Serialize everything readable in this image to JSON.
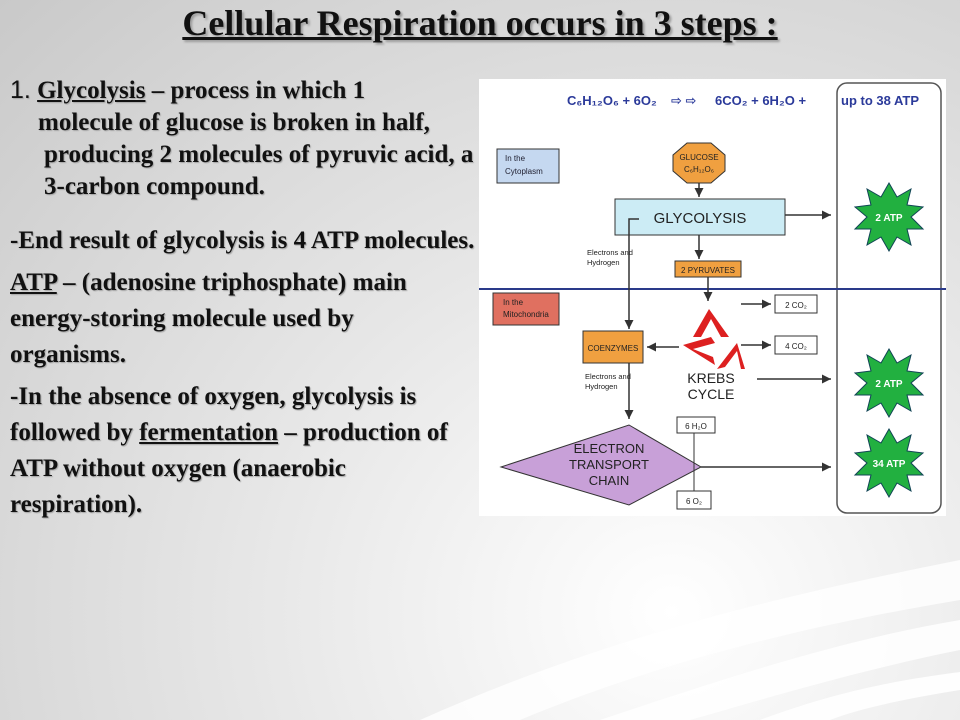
{
  "title": "Cellular Respiration occurs in 3 steps :",
  "text": {
    "step1_num": "1.",
    "step1_term": "Glycolysis",
    "step1_lead_rest": " – process in which 1",
    "step1_body": "molecule of glucose is broken in half, producing 2 molecules of pyruvic acid, a 3-carbon compound.",
    "end_result": "-End result of glycolysis is 4 ATP molecules.",
    "atp_term": "ATP",
    "atp_def": " – (adenosine triphosphate) main energy-storing molecule used by organisms.",
    "absence_lead": "-In the absence of oxygen, glycolysis is followed by ",
    "fermentation_term": "fermentation",
    "fermentation_def": " – production of ATP without oxygen (anaerobic respiration)."
  },
  "diagram": {
    "equation": "C₆H₁₂O₆ + 6O₂ ⇨ ⇨ 6CO₂ + 6H₂O + up to 38 ATP",
    "eq_left": "C₆H₁₂O₆ + 6O₂",
    "eq_right": "6CO₂ + 6H₂O +",
    "eq_atp": "up to 38 ATP",
    "cytoplasm_label": [
      "In the",
      "Cytoplasm"
    ],
    "mitochondria_label": [
      "In the",
      "Mitochondria"
    ],
    "glucose": [
      "GLUCOSE",
      "C₆H₁₂O₆"
    ],
    "glycolysis": "GLYCOLYSIS",
    "electrons_hydrogen_1": [
      "Electrons and",
      "Hydrogen"
    ],
    "pyruvates": "2 PYRUVATES",
    "co2_a": "2 CO₂",
    "co2_b": "4 CO₂",
    "coenzymes": "COENZYMES",
    "electrons_hydrogen_2": [
      "Electrons and",
      "Hydrogen"
    ],
    "krebs": [
      "KREBS",
      "CYCLE"
    ],
    "h2o": "6 H₂O",
    "etc": [
      "ELECTRON",
      "TRANSPORT",
      "CHAIN"
    ],
    "o2": "6 O₂",
    "atp_1": "2 ATP",
    "atp_2": "2 ATP",
    "atp_3": "34 ATP",
    "colors": {
      "equation_blue": "#2b3a9a",
      "label_blue_fill": "#c5d8f0",
      "label_red_fill": "#e07060",
      "glucose_fill": "#f0a040",
      "glycolysis_fill": "#ccecf5",
      "coenzymes_fill": "#f0a040",
      "etc_fill": "#c8a0d8",
      "atp_green": "#22b040",
      "divider_blue": "#2a3a8a",
      "recycle_red": "#dd2020"
    }
  }
}
